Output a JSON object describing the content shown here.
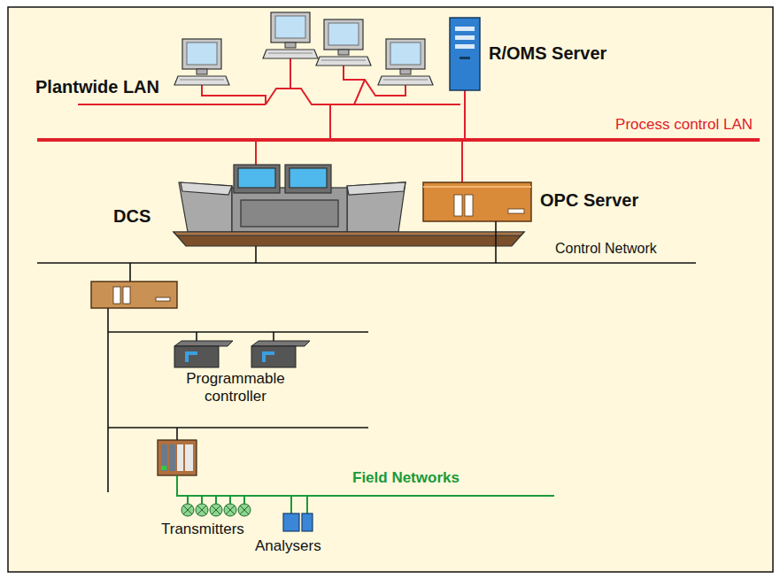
{
  "diagram": {
    "nodes": [
      {
        "text": [
          "R/OMS Server"
        ]
      },
      {
        "text": [
          "DCS"
        ]
      },
      {
        "text": [
          "OPC Server"
        ]
      },
      {
        "text": [
          "Programmable controller"
        ]
      },
      {
        "text": [
          "Transmitters"
        ]
      },
      {
        "text": [
          "Analysers"
        ]
      }
    ],
    "labels": [
      "Plantwide LAN",
      "Process control LAN",
      "Control Network",
      "Field Networks"
    ]
  }
}
